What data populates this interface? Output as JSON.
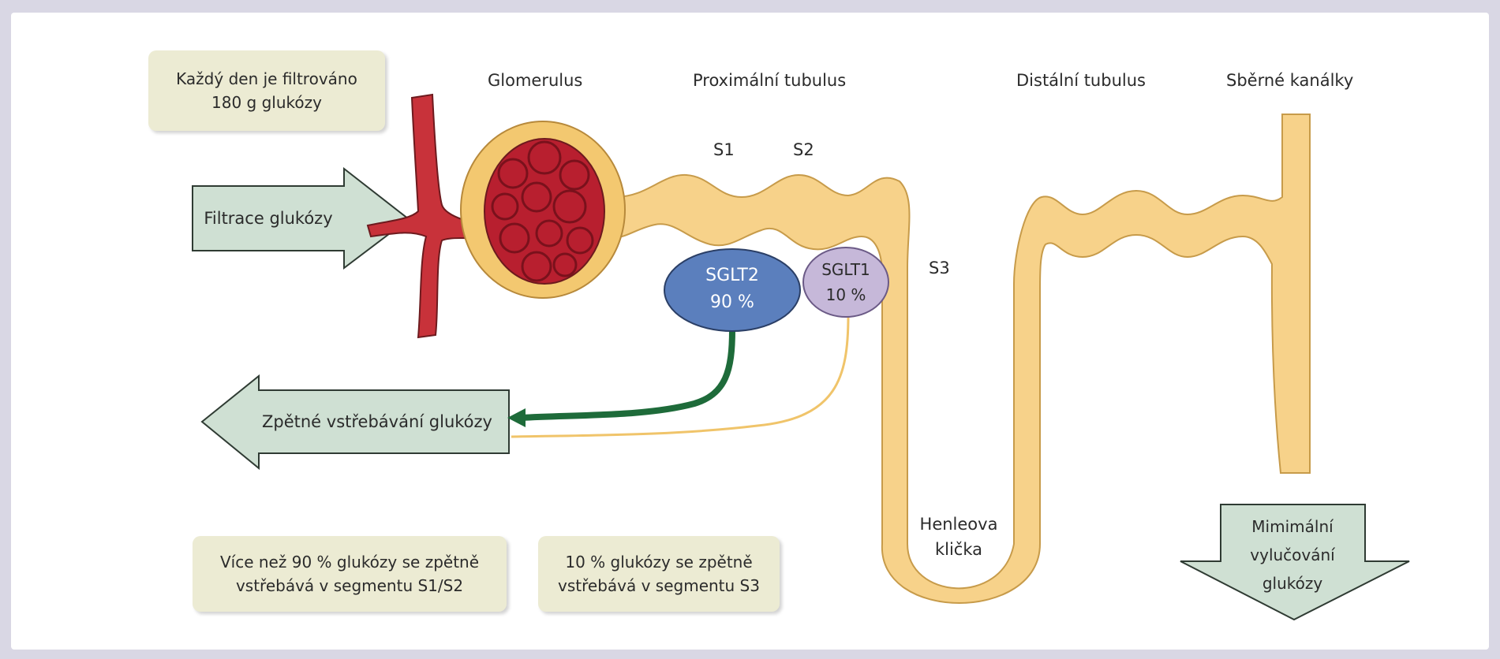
{
  "labels": {
    "glomerulus": "Glomerulus",
    "proximal": "Proximální tubulus",
    "distal": "Distální tubulus",
    "collecting": "Sběrné kanálky",
    "s1": "S1",
    "s2": "S2",
    "s3": "S3",
    "henle": "Henleova\nklička"
  },
  "transporters": {
    "sglt2": "SGLT2\n90 %",
    "sglt1": "SGLT1\n10 %"
  },
  "arrows": {
    "filtration": "Filtrace glukózy",
    "reabsorption": "Zpětné vstřebávání glukózy",
    "excretion": "Mimimální\nvylučování\nglukózy"
  },
  "notes": {
    "daily": "Každý den je filtrováno\n180 g glukózy",
    "s1s2": "Více než 90 % glukózy se zpětně\nvstřebává v segmentu S1/S2",
    "s3": "10 % glukózy se zpětně\nvstřebává v segmentu S3"
  },
  "colors": {
    "tubule": "#f7d28a",
    "vessel": "#c8323a",
    "sglt2": "#5b7fbd",
    "sglt1": "#c6b8d9",
    "arrow": "#cfe0d3",
    "green_line": "#1e6b3a"
  }
}
